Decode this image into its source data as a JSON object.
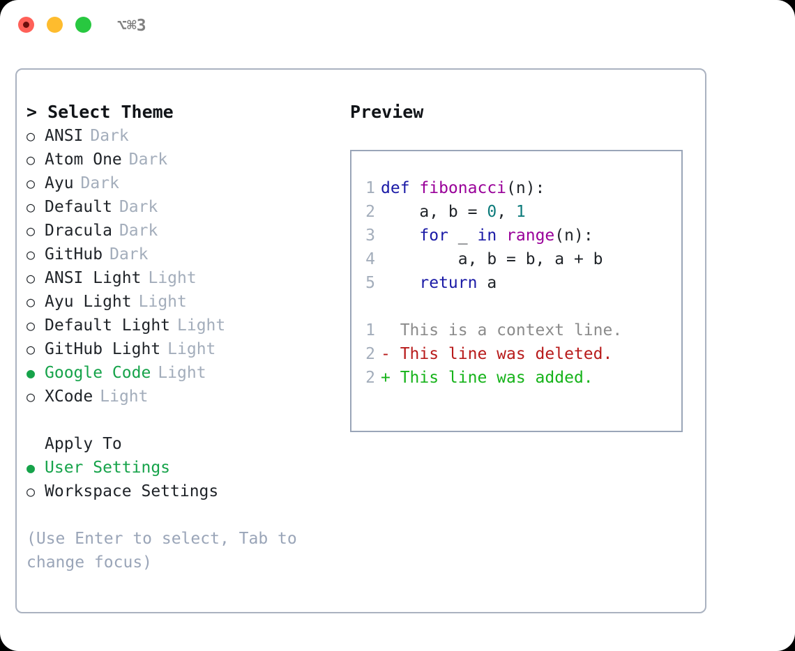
{
  "titlebar": {
    "shortcut": "⌥⌘3",
    "buttons": [
      {
        "name": "close",
        "color": "#ff6058"
      },
      {
        "name": "minimize",
        "color": "#febc2e"
      },
      {
        "name": "zoom",
        "color": "#28c840"
      }
    ]
  },
  "theme_picker": {
    "header": "> Select Theme",
    "items": [
      {
        "marker": "○",
        "label": "ANSI",
        "variant": "Dark",
        "selected": false
      },
      {
        "marker": "○",
        "label": "Atom One",
        "variant": "Dark",
        "selected": false
      },
      {
        "marker": "○",
        "label": "Ayu",
        "variant": "Dark",
        "selected": false
      },
      {
        "marker": "○",
        "label": "Default",
        "variant": "Dark",
        "selected": false
      },
      {
        "marker": "○",
        "label": "Dracula",
        "variant": "Dark",
        "selected": false
      },
      {
        "marker": "○",
        "label": "GitHub",
        "variant": "Dark",
        "selected": false
      },
      {
        "marker": "○",
        "label": "ANSI Light",
        "variant": "Light",
        "selected": false
      },
      {
        "marker": "○",
        "label": "Ayu Light",
        "variant": "Light",
        "selected": false
      },
      {
        "marker": "○",
        "label": "Default Light",
        "variant": "Light",
        "selected": false
      },
      {
        "marker": "○",
        "label": "GitHub Light",
        "variant": "Light",
        "selected": false
      },
      {
        "marker": "●",
        "label": "Google Code",
        "variant": "Light",
        "selected": true
      },
      {
        "marker": "○",
        "label": "XCode",
        "variant": "Light",
        "selected": false
      }
    ]
  },
  "apply_to": {
    "title": "Apply To",
    "items": [
      {
        "marker": "●",
        "label": "User Settings",
        "selected": true
      },
      {
        "marker": "○",
        "label": "Workspace Settings",
        "selected": false
      }
    ]
  },
  "hint": "(Use Enter to select, Tab to\nchange focus)",
  "preview": {
    "title": "Preview",
    "code_lines": [
      {
        "number": "1",
        "tokens": [
          {
            "t": "def ",
            "c": "kw"
          },
          {
            "t": "fibonacci",
            "c": "fn"
          },
          {
            "t": "(n):",
            "c": "plain"
          }
        ]
      },
      {
        "number": "2",
        "tokens": [
          {
            "t": "    a, b = ",
            "c": "plain"
          },
          {
            "t": "0",
            "c": "num"
          },
          {
            "t": ", ",
            "c": "plain"
          },
          {
            "t": "1",
            "c": "num"
          }
        ]
      },
      {
        "number": "3",
        "tokens": [
          {
            "t": "    ",
            "c": "plain"
          },
          {
            "t": "for",
            "c": "kw"
          },
          {
            "t": " _ ",
            "c": "plain"
          },
          {
            "t": "in",
            "c": "kw"
          },
          {
            "t": " ",
            "c": "plain"
          },
          {
            "t": "range",
            "c": "fn"
          },
          {
            "t": "(n):",
            "c": "plain"
          }
        ]
      },
      {
        "number": "4",
        "tokens": [
          {
            "t": "        a, b = b, a + b",
            "c": "plain"
          }
        ]
      },
      {
        "number": "5",
        "tokens": [
          {
            "t": "    ",
            "c": "plain"
          },
          {
            "t": "return",
            "c": "kw"
          },
          {
            "t": " a",
            "c": "plain"
          }
        ]
      }
    ],
    "diff_lines": [
      {
        "number": "1",
        "text": "  This is a context line.",
        "kind": "ctx"
      },
      {
        "number": "2",
        "text": "- This line was deleted.",
        "kind": "del"
      },
      {
        "number": "2",
        "text": "+ This line was added.",
        "kind": "add"
      }
    ]
  },
  "colors": {
    "accent_green": "#16a34a",
    "muted": "#a3adbb",
    "hint": "#9aa5b8",
    "keyword": "#1a1aa6",
    "function": "#990099",
    "number": "#0d7b7b",
    "diff_add": "#16b31a",
    "diff_del": "#b81b1b",
    "diff_ctx": "#8b8b8b",
    "border": "#aab2c0"
  }
}
